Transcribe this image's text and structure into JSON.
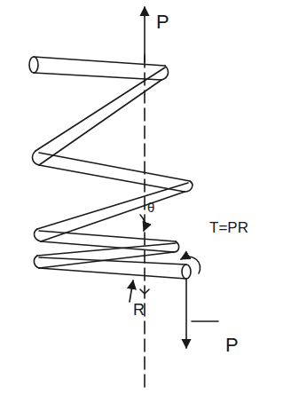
{
  "diagram": {
    "labels": [
      "P",
      "θ",
      "T=PR",
      "R",
      "P"
    ]
  }
}
